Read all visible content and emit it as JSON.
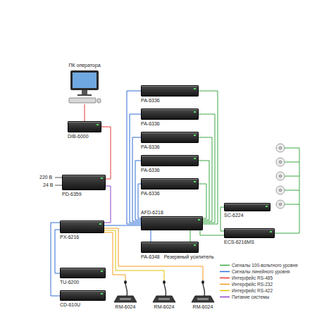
{
  "diagram": {
    "nodes": [
      {
        "text": [
          "ПК оператора"
        ]
      },
      {
        "text": [
          "PA-6336"
        ]
      },
      {
        "text": [
          "PA-6336"
        ]
      },
      {
        "text": [
          "PA-6336"
        ]
      },
      {
        "text": [
          "PA-6336"
        ]
      },
      {
        "text": [
          "PA-6336"
        ]
      },
      {
        "text": [
          "DIB-6000"
        ]
      },
      {
        "text": [
          "PD-6359"
        ]
      },
      {
        "text": [
          "SC-6224"
        ]
      },
      {
        "text": [
          "AFD-6218"
        ]
      },
      {
        "text": [
          "ECS-6216MS"
        ]
      },
      {
        "text": [
          "PX-6216"
        ]
      },
      {
        "text": [
          "PA-6348",
          "Резервный усилитель"
        ]
      },
      {
        "text": [
          "TU-6200"
        ]
      },
      {
        "text": [
          "CD-610U"
        ]
      },
      {
        "text": [
          "RM-6024"
        ]
      },
      {
        "text": [
          "RM-6024"
        ]
      },
      {
        "text": [
          "RM-6024"
        ]
      }
    ],
    "edges": [
      {
        "from": 0,
        "to": 6,
        "arrow": "none"
      },
      {
        "from": 6,
        "to": 7,
        "arrow": "none"
      },
      {
        "from": 7,
        "to": 11,
        "arrow": "none"
      },
      {
        "from": 11,
        "to": 9,
        "arrow": "none"
      },
      {
        "from": 9,
        "to": 1,
        "arrow": "none"
      },
      {
        "from": 9,
        "to": 2,
        "arrow": "none"
      },
      {
        "from": 9,
        "to": 3,
        "arrow": "none"
      },
      {
        "from": 9,
        "to": 4,
        "arrow": "none"
      },
      {
        "from": 9,
        "to": 5,
        "arrow": "none"
      },
      {
        "from": 1,
        "to": 9,
        "arrow": "none"
      },
      {
        "from": 2,
        "to": 9,
        "arrow": "none"
      },
      {
        "from": 3,
        "to": 9,
        "arrow": "none"
      },
      {
        "from": 4,
        "to": 9,
        "arrow": "none"
      },
      {
        "from": 5,
        "to": 9,
        "arrow": "none"
      },
      {
        "from": 9,
        "to": 12,
        "arrow": "none"
      },
      {
        "from": 9,
        "to": 12,
        "arrow": "none"
      },
      {
        "from": 9,
        "to": 10,
        "arrow": "none"
      },
      {
        "from": 8,
        "to": 10,
        "arrow": "none"
      },
      {
        "from": 11,
        "to": 13,
        "arrow": "none"
      },
      {
        "from": 11,
        "to": 14,
        "arrow": "none"
      },
      {
        "from": 11,
        "to": 15,
        "arrow": "none"
      },
      {
        "from": 11,
        "to": 16,
        "arrow": "none"
      },
      {
        "from": 11,
        "to": 17,
        "arrow": "none"
      }
    ],
    "labels": [
      "220 В",
      "24 В"
    ],
    "legend": [
      {
        "text": "Сигналы 100-вольтного уровня"
      },
      {
        "text": "Сигналы линейного уровня"
      },
      {
        "text": "Интерфейс RS-485"
      },
      {
        "text": "Интерфейс RS-232"
      },
      {
        "text": "Интерфейс RS-422"
      },
      {
        "text": "Питание системы"
      }
    ]
  }
}
